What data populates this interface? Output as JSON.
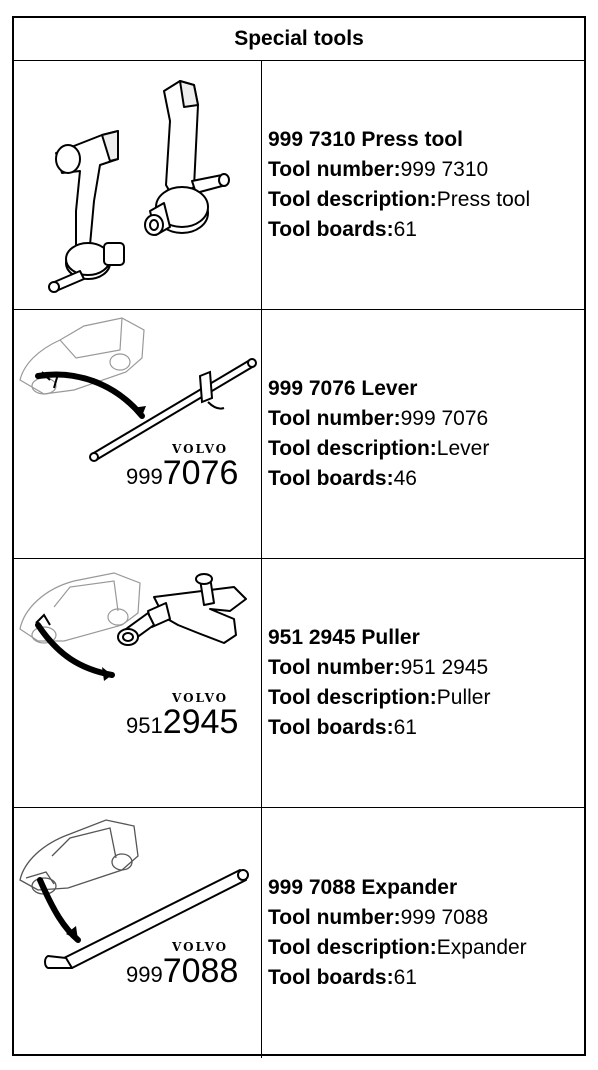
{
  "header": {
    "title": "Special tools"
  },
  "labels": {
    "tool_number": "Tool number:",
    "tool_description": "Tool description:",
    "tool_boards": "Tool boards:"
  },
  "tools": [
    {
      "title": "999 7310 Press tool",
      "number": "999 7310",
      "description": "Press tool",
      "boards": "61",
      "logo": "",
      "num_prefix": "",
      "num_main": ""
    },
    {
      "title": "999 7076 Lever",
      "number": "999 7076",
      "description": "Lever",
      "boards": "46",
      "logo": "VOLVO",
      "num_prefix": "999",
      "num_main": "7076"
    },
    {
      "title": "951 2945 Puller",
      "number": "951 2945",
      "description": "Puller",
      "boards": "61",
      "logo": "VOLVO",
      "num_prefix": "951",
      "num_main": "2945"
    },
    {
      "title": "999 7088 Expander",
      "number": "999 7088",
      "description": "Expander",
      "boards": "61",
      "logo": "VOLVO",
      "num_prefix": "999",
      "num_main": "7088"
    }
  ]
}
